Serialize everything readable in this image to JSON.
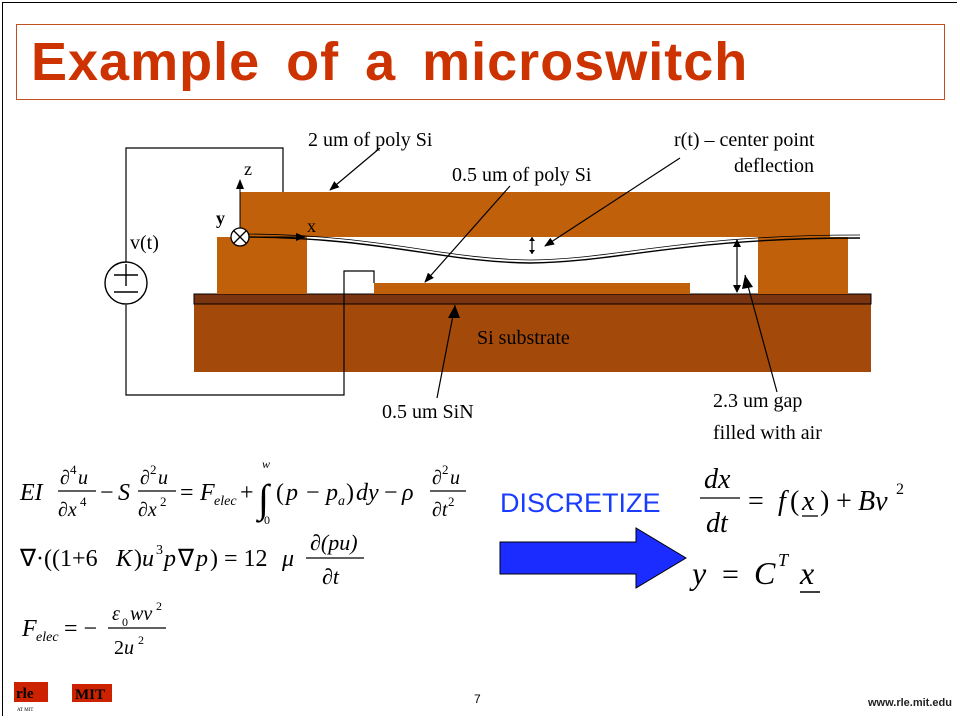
{
  "slide": {
    "title": "Example of a microswitch",
    "page_number": "7",
    "footer_url": "www.rle.mit.edu"
  },
  "diagram": {
    "labels": {
      "poly_top": "2 um of poly Si",
      "poly_thin": "0.5 um of poly Si",
      "center_defl_1": "r(t) – center point",
      "center_defl_2": "deflection",
      "axis_z": "z",
      "axis_y": "y",
      "axis_x": "x",
      "voltage": "v(t)",
      "substrate": "Si substrate",
      "sin": "0.5 um SiN",
      "gap_1": "2.3 um gap",
      "gap_2": "filled with air"
    },
    "colors": {
      "layer_orange": "#c0600a",
      "substrate": "#a34a0a",
      "base_strip": "#7a3410",
      "arrow_blue": "#1a2cff"
    }
  },
  "equations": {
    "discretize_label": "DISCRETIZE"
  },
  "logos": {
    "rle": "rle",
    "rle_sub": "AT MIT",
    "mit": "MIT"
  }
}
